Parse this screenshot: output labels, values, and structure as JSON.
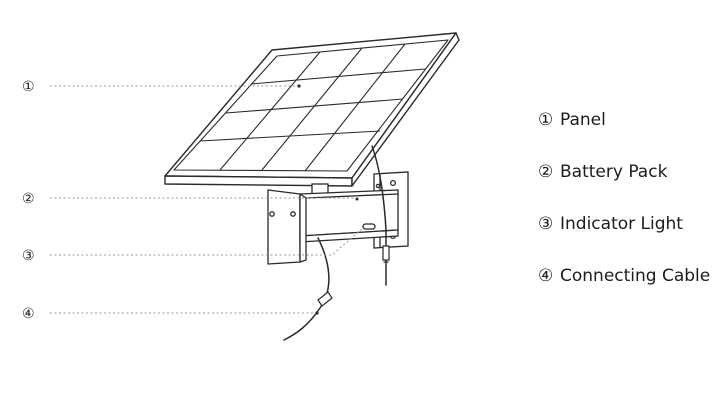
{
  "callouts": [
    "①",
    "②",
    "③",
    "④"
  ],
  "legend": [
    {
      "num": "①",
      "label": "Panel"
    },
    {
      "num": "②",
      "label": "Battery Pack"
    },
    {
      "num": "③",
      "label": "Indicator Light"
    },
    {
      "num": "④",
      "label": "Connecting Cable"
    }
  ],
  "colors": {
    "stroke": "#2a2a2a",
    "leader": "#9a9a9a",
    "background": "#ffffff"
  }
}
